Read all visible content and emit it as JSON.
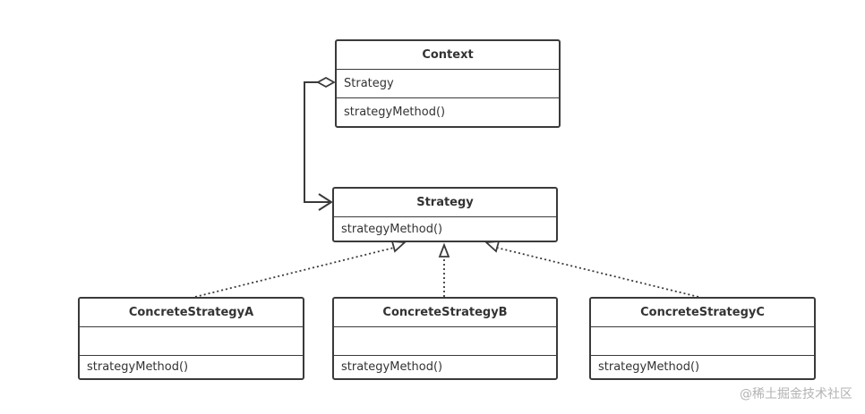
{
  "classes": {
    "context": {
      "name": "Context",
      "attribute": "Strategy",
      "method": "strategyMethod()"
    },
    "strategy": {
      "name": "Strategy",
      "method": "strategyMethod()"
    },
    "concrete_a": {
      "name": "ConcreteStrategyA",
      "attribute": "",
      "method": "strategyMethod()"
    },
    "concrete_b": {
      "name": "ConcreteStrategyB",
      "attribute": "",
      "method": "strategyMethod()"
    },
    "concrete_c": {
      "name": "ConcreteStrategyC",
      "attribute": "",
      "method": "strategyMethod()"
    }
  },
  "relationships": [
    {
      "type": "aggregation",
      "from": "Context",
      "to": "Strategy"
    },
    {
      "type": "realization",
      "from": "ConcreteStrategyA",
      "to": "Strategy"
    },
    {
      "type": "realization",
      "from": "ConcreteStrategyB",
      "to": "Strategy"
    },
    {
      "type": "realization",
      "from": "ConcreteStrategyC",
      "to": "Strategy"
    }
  ],
  "watermark": "@稀土掘金技术社区",
  "colors": {
    "border": "#3a3a3a",
    "text": "#333333",
    "watermark": "#b3b3b3"
  }
}
